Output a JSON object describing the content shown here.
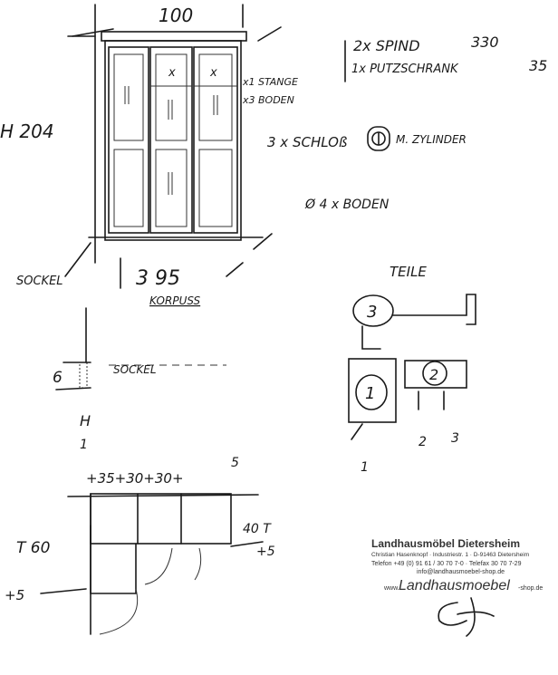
{
  "sketch": {
    "width_top": "100",
    "height_label": "H 204",
    "sockel_label": "SOCKEL",
    "korpus_width": "3 95",
    "korpus_label": "KORPUSS",
    "door_marks": [
      "x",
      "x"
    ],
    "stange": "x1 STANGE",
    "boden3": "x3 BODEN"
  },
  "notes": {
    "line1": "2x SPIND",
    "line1_value": "330",
    "line2": "1x PUTZSCHRANK",
    "line2_value": "35",
    "schloss": "3 x SCHLOß",
    "zylinder": "M. ZYLINDER",
    "boden4": "Ø 4 x BODEN"
  },
  "parts": {
    "title": "TEILE",
    "labels": [
      "3",
      "1",
      "2"
    ],
    "below": [
      "1",
      "2",
      "3"
    ]
  },
  "sockel_detail": {
    "height": "6",
    "label": "SOCKEL",
    "mark": "H",
    "number": "1"
  },
  "plan": {
    "widths": "+35+30+30+",
    "top_offset": "5",
    "depth_left": "T 60",
    "depth_right": "40 T",
    "right_offset": "+5",
    "left_offset": "+5"
  },
  "stamp": {
    "company": "Landhausmöbel Dietersheim",
    "line1": "Christian Hasenknopf · Industriestr. 1 · D-91463 Dietersheim",
    "line2": "Telefon +49 (0) 91 61 / 30 70 7-0 · Telefax 30 70 7-29",
    "email": "info@landhausmoebel-shop.de",
    "web_prefix": "www.",
    "web_script": "Landhausmoebel",
    "web_suffix": "-shop.de"
  }
}
